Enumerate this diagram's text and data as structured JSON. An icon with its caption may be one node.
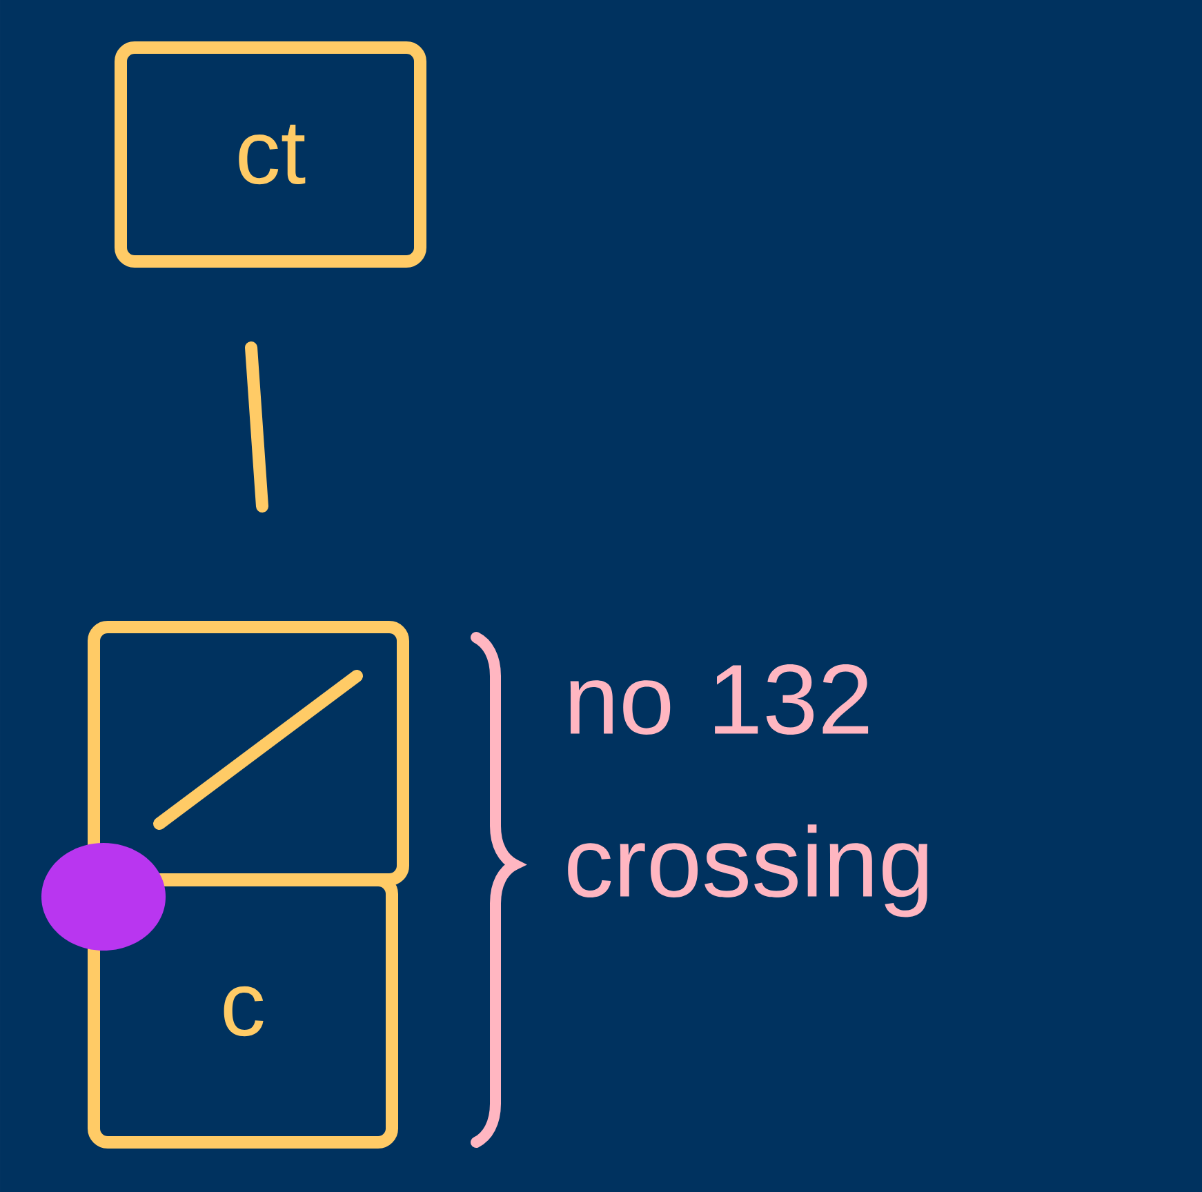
{
  "diagram": {
    "nodes": [
      {
        "text": [
          "ct"
        ]
      },
      {
        "text": [],
        "shape": "box"
      },
      {
        "text": [
          "c"
        ]
      },
      {
        "text": [],
        "shape": "circle"
      }
    ],
    "labels": [
      "no 132 crossing"
    ]
  }
}
